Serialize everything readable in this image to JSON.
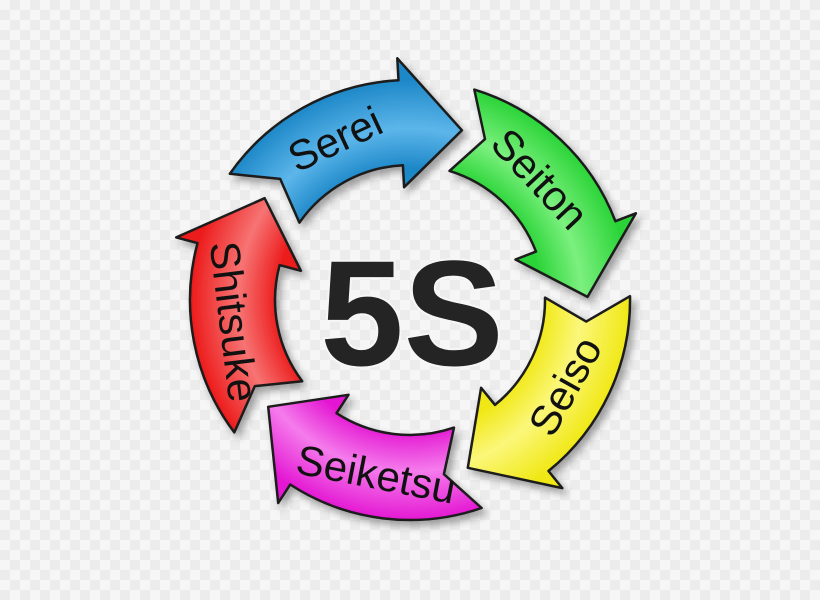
{
  "diagram": {
    "center_label": "5S",
    "steps": [
      {
        "label": "Serei",
        "color": "#1e88c8",
        "highlight": "#5cb6ea"
      },
      {
        "label": "Seiton",
        "color": "#2bd438",
        "highlight": "#7cf07f"
      },
      {
        "label": "Seiso",
        "color": "#f0e815",
        "highlight": "#fbf77a"
      },
      {
        "label": "Seiketsu",
        "color": "#e419d3",
        "highlight": "#f57cec"
      },
      {
        "label": "Shitsuke",
        "color": "#ec1a1a",
        "highlight": "#f77474"
      }
    ]
  }
}
